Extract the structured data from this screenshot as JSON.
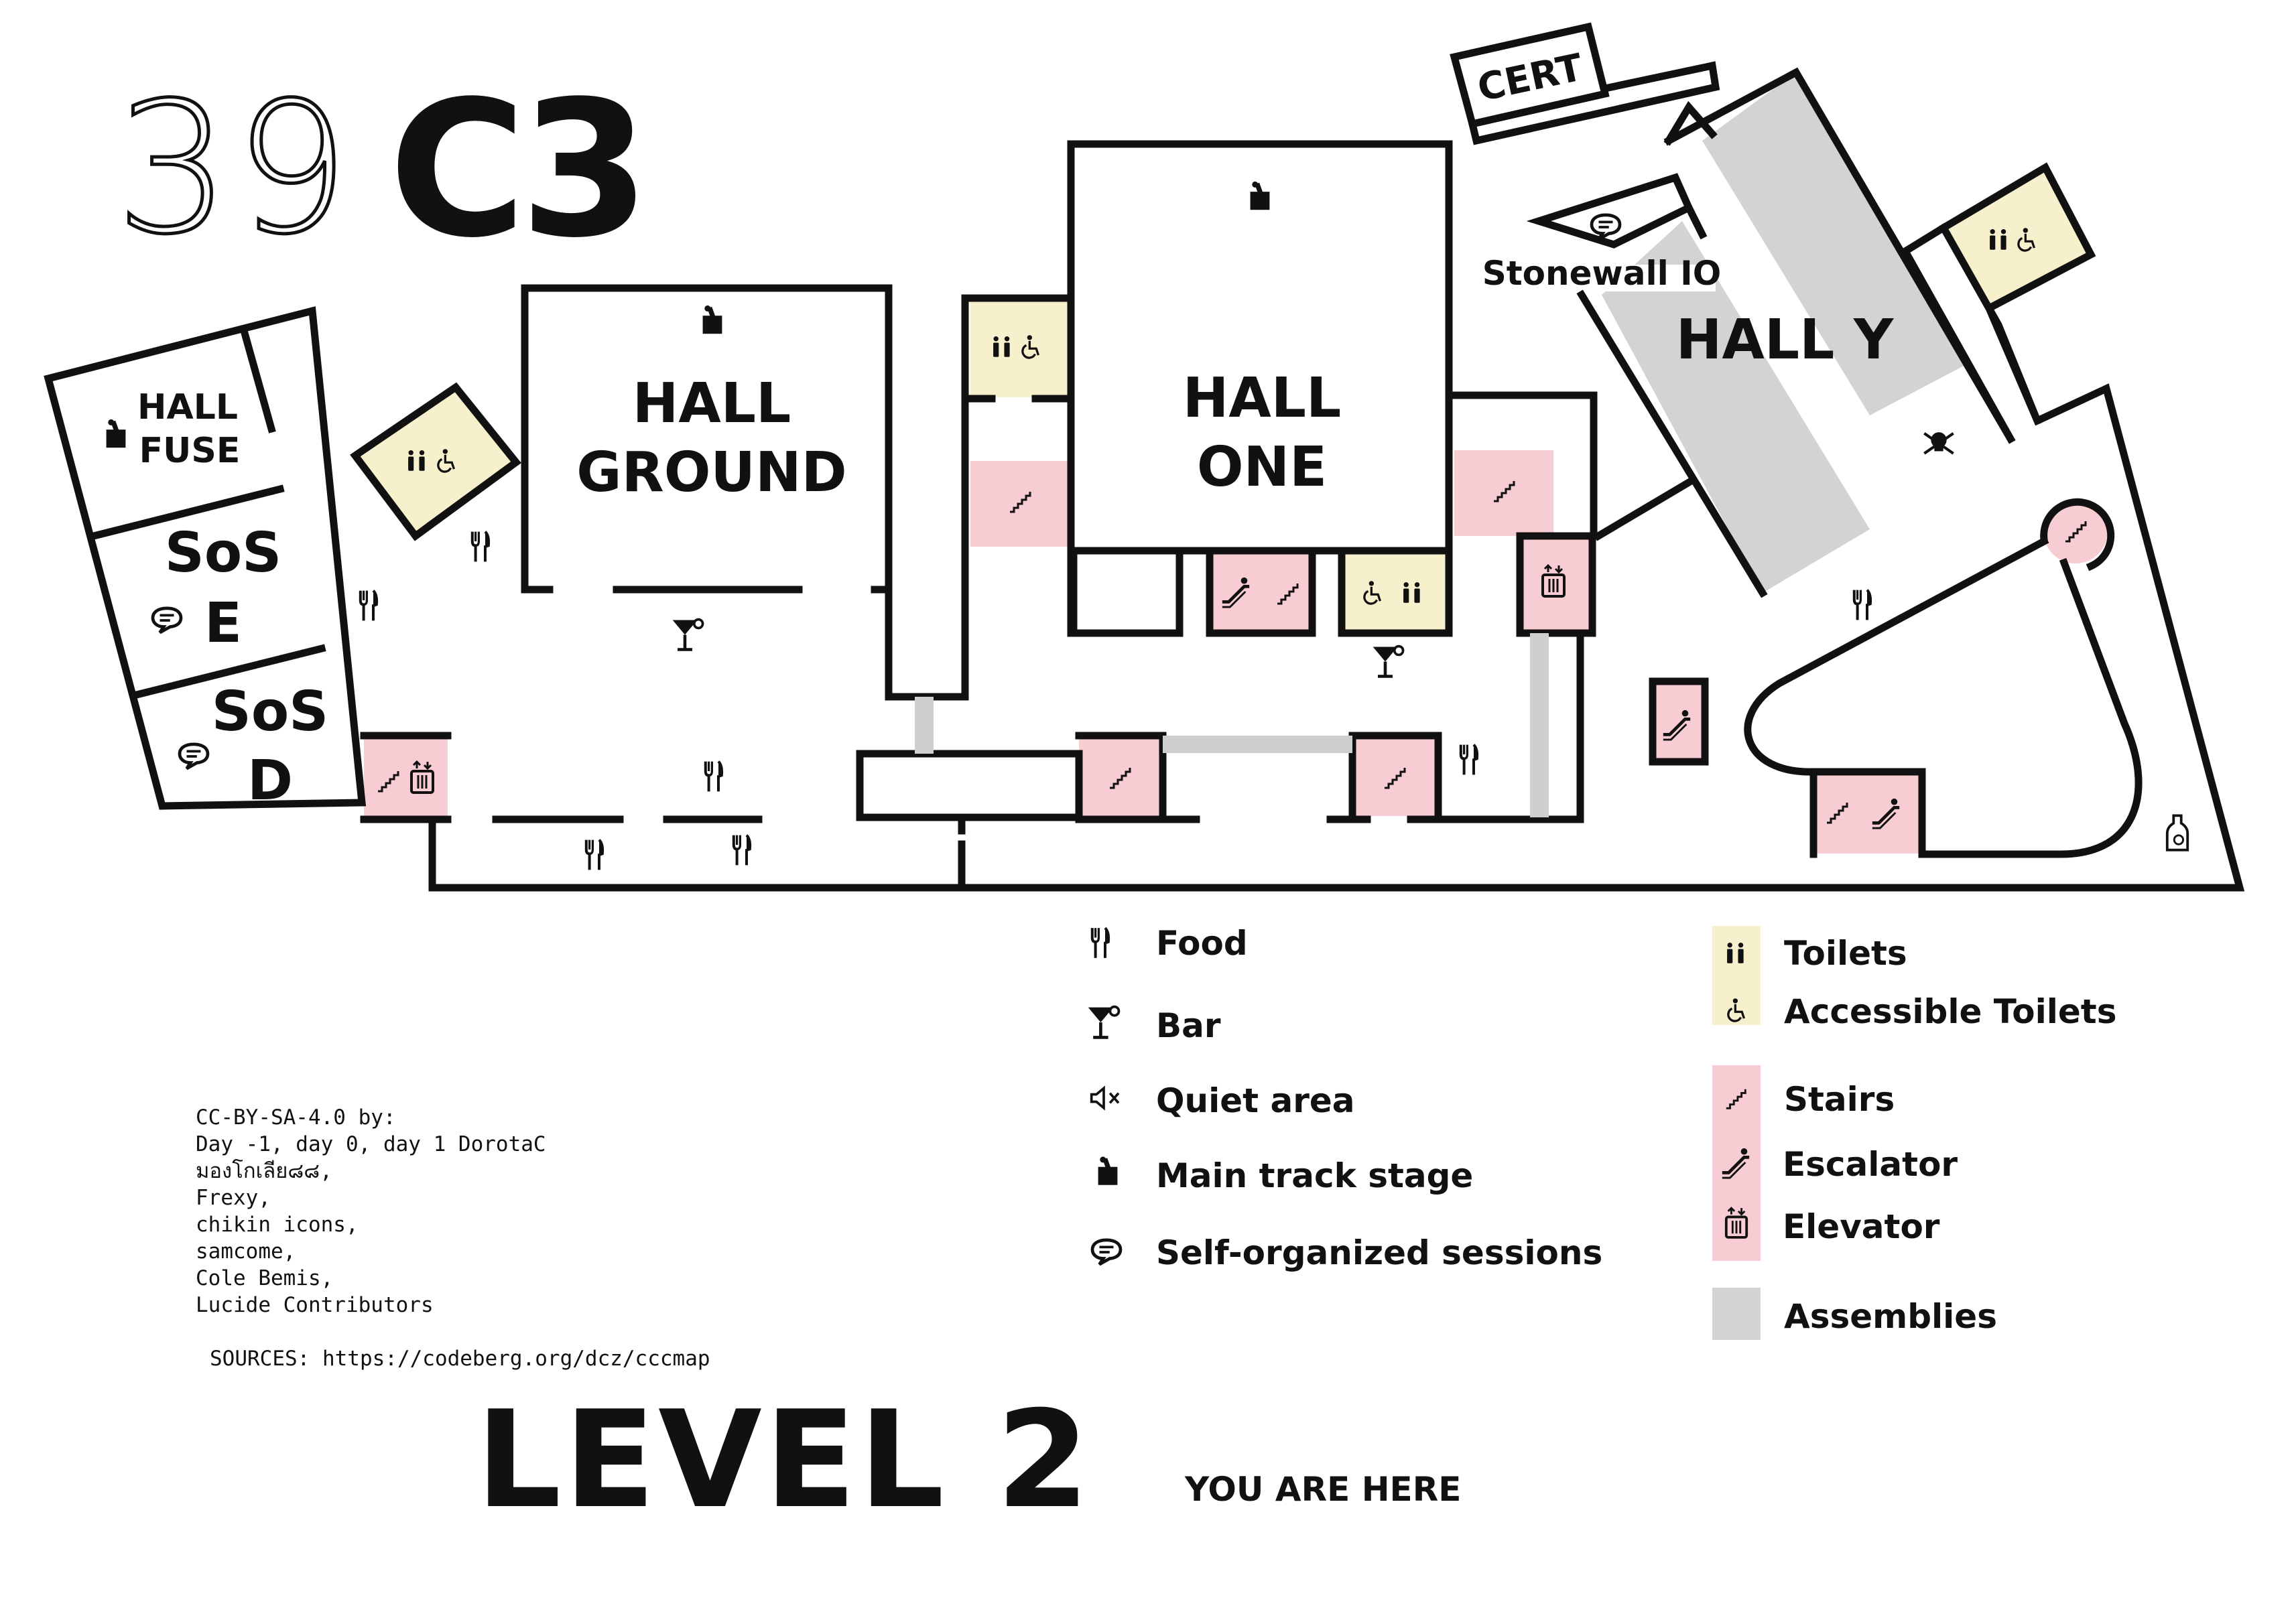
{
  "event": {
    "logo_num": "39",
    "logo_brand": "C3"
  },
  "level_title": "LEVEL 2",
  "you_are_here": "YOU ARE HERE",
  "colors": {
    "toilet": "#f7f0cc",
    "stairs": "#f7ccd3",
    "assembly": "#d3d3d3",
    "wall": "#111111"
  },
  "rooms": {
    "hall_fuse": [
      "HALL",
      "FUSE"
    ],
    "sos_e": [
      "SoS",
      "E"
    ],
    "sos_d": [
      "SoS",
      "D"
    ],
    "hall_ground": [
      "HALL",
      "GROUND"
    ],
    "hall_one": [
      "HALL",
      "ONE"
    ],
    "hall_y": "HALL Y",
    "stonewall": "Stonewall IO",
    "cert": "CERT"
  },
  "legend": {
    "food": "Food",
    "bar": "Bar",
    "quiet": "Quiet area",
    "stage": "Main track stage",
    "sos": "Self-organized sessions",
    "toilets": "Toilets",
    "accessible": "Accessible Toilets",
    "stairs": "Stairs",
    "escalator": "Escalator",
    "elevator": "Elevator",
    "assemblies": "Assemblies"
  },
  "credits": [
    "CC-BY-SA-4.0 by:",
    "Day -1, day 0, day 1 DorotaC",
    "มองโกเลีย๘๘,",
    "Frexy,",
    "chikin icons,",
    "samcome,",
    "Cole Bemis,",
    "Lucide Contributors"
  ],
  "sources": "SOURCES: https://codeberg.org/dcz/cccmap"
}
